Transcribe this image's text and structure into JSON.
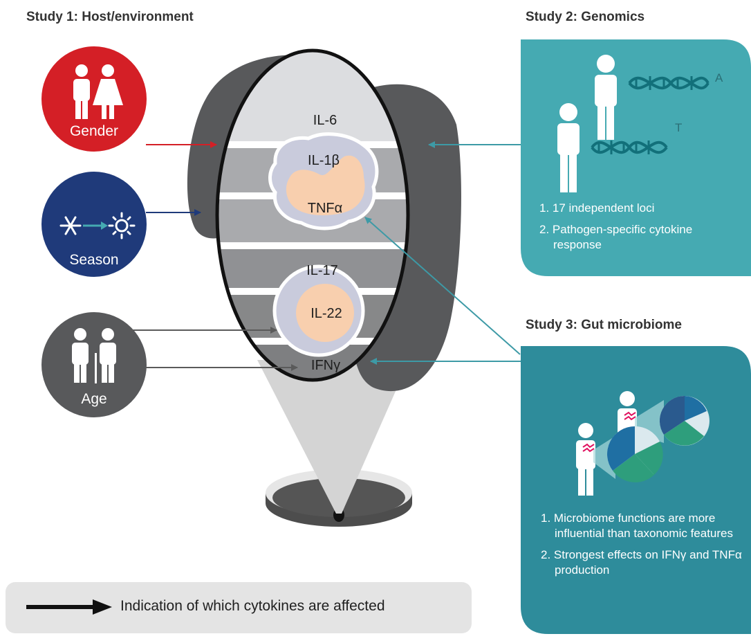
{
  "headings": {
    "study1": "Study 1: Host/environment",
    "study2": "Study 2: Genomics",
    "study3": "Study 3: Gut microbiome"
  },
  "host_factors": {
    "gender": "Gender",
    "season": "Season",
    "age": "Age"
  },
  "cytokines": {
    "il6": "IL-6",
    "il1b": "IL-1β",
    "tnfa": "TNFα",
    "il17": "IL-17",
    "il22": "IL-22",
    "ifng": "IFNγ"
  },
  "genomics": {
    "allele_a": "A",
    "allele_t": "T",
    "findings": [
      {
        "num": "1.",
        "text": "17 independent loci"
      },
      {
        "num": "2.",
        "text": "Pathogen-specific cytokine response"
      }
    ]
  },
  "microbiome": {
    "findings": [
      {
        "num": "1.",
        "text": "Microbiome functions are more influential than taxonomic features"
      },
      {
        "num": "2.",
        "text": "Strongest effects on IFNγ and TNFα production"
      }
    ]
  },
  "legend": {
    "text": "Indication of which cytokines are affected"
  },
  "colors": {
    "gender": "#d41f26",
    "season": "#1f3a7a",
    "age": "#5a5a5a",
    "genomics_panel": "#45aab2",
    "microbiome_panel": "#2e8c9b",
    "cell_fill": "#f8cfae",
    "cell_membrane": "#c9cbdc"
  },
  "icons": {
    "gender": "man-woman-icon",
    "season": "snowflake-arrow-sun-icon",
    "age": "elderly-couple-icon"
  }
}
